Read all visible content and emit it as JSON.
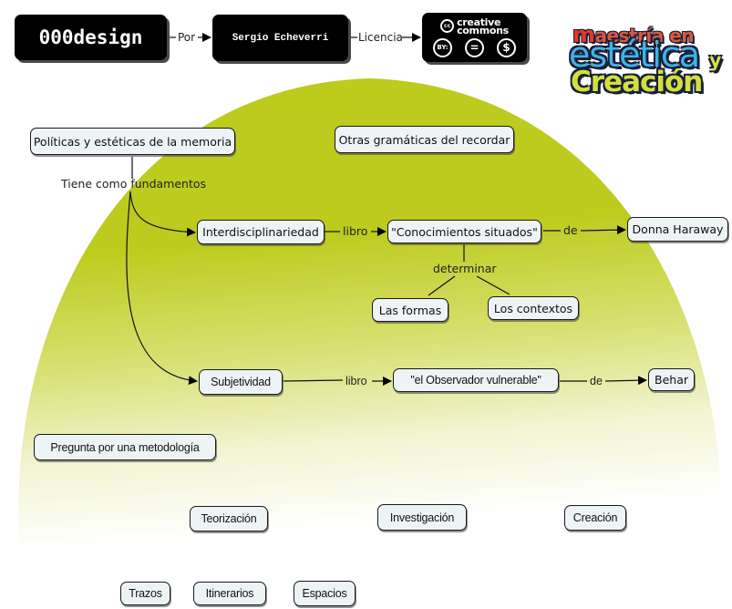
{
  "colors": {
    "dome_top": "#bccb1c",
    "dome_mid": "#d6df6a",
    "dome_bottom": "#ffffff",
    "node_fill": "#eef3f6",
    "node_border": "#1a1a1a",
    "header_fill": "#000000"
  },
  "header": {
    "brand": "000design",
    "link_por": "Por",
    "author": "Sergio Echeverri",
    "link_licencia": "Licencia",
    "license": {
      "cc_symbol": "cc",
      "line1": "creative",
      "line2": "commons",
      "icons": [
        {
          "name": "by-icon",
          "glyph": "BY:"
        },
        {
          "name": "no-derivatives-icon",
          "glyph": "="
        },
        {
          "name": "non-commercial-icon",
          "glyph": "$"
        }
      ]
    },
    "logo": {
      "line1_initial": "m",
      "line1_rest": "aestría en",
      "line2": "estética",
      "line2_suffix": "y",
      "line3": "Creación"
    }
  },
  "map": {
    "nodes": {
      "politicas": "Políticas y estéticas de la memoria",
      "otras": "Otras gramáticas del recordar",
      "interdisciplinariedad": "Interdisciplinariedad",
      "conocimientos": "\"Conocimientos situados\"",
      "haraway": "Donna Haraway",
      "formas": "Las formas",
      "contextos": "Los contextos",
      "subjetividad": "Subjetividad",
      "observador": "\"el Observador vulnerable\"",
      "behar": "Behar",
      "pregunta": "Pregunta por una metodología",
      "teorizacion": "Teorización",
      "investigacion": "Investigación",
      "creacion": "Creación",
      "trazos": "Trazos",
      "itinerarios": "Itinerarios",
      "espacios": "Espacios"
    },
    "links": {
      "fundamentos": "Tiene como fundamentos",
      "libro1": "libro",
      "de1": "de",
      "determinar": "determinar",
      "libro2": "libro",
      "de2": "de"
    }
  }
}
